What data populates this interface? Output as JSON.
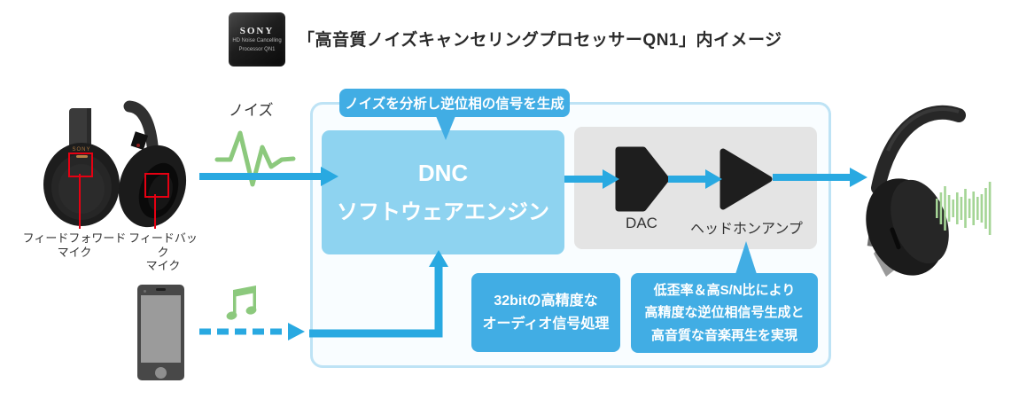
{
  "header": {
    "chip": {
      "brand": "SONY",
      "model_line1": "HD Noise Cancelling",
      "model_line2": "Processor QN1"
    },
    "title": "「高音質ノイズキャンセリングプロセッサーQN1」内イメージ"
  },
  "source": {
    "noise_label": "ノイズ",
    "feedforward_mic_line1": "フィードフォワード",
    "feedforward_mic_line2": "マイク",
    "feedback_mic_line1": "フィードバック",
    "feedback_mic_line2": "マイク"
  },
  "processor": {
    "tooltip": "ノイズを分析し逆位相の信号を生成",
    "dnc_line1": "DNC",
    "dnc_line2": "ソフトウェアエンジン",
    "dac_label": "DAC",
    "amp_label": "ヘッドホンアンプ",
    "callout_audio_line1": "32bitの高精度な",
    "callout_audio_line2": "オーディオ信号処理",
    "callout_amp_line1": "低歪率＆高S/N比により",
    "callout_amp_line2": "高精度な逆位相信号生成と",
    "callout_amp_line3": "高音質な音楽再生を実現"
  },
  "icons": {
    "chip_badge": "qn1-chip-badge",
    "noise_wave": "noise-waveform-icon",
    "music_note": "music-note-icon",
    "sound_bars": "sound-output-bars-icon",
    "smartphone": "smartphone-icon",
    "dac_shape": "dac-converter-symbol",
    "amp_shape": "amplifier-symbol",
    "headphones_side": "headphones-feedforward-mic-view",
    "headphones_pad": "headphones-feedback-mic-view",
    "headphones_output": "headphones-output-view"
  },
  "colors": {
    "arrow_blue": "#29a9e1",
    "callout_blue": "#41ade4",
    "dnc_fill": "#8ed3f0",
    "panel_border": "#bee3f5",
    "panel_fill": "#f9fdff",
    "gray_box": "#e4e4e4",
    "signal_green": "#8cc97d",
    "marker_red": "#e60012",
    "text_dark": "#333333"
  }
}
